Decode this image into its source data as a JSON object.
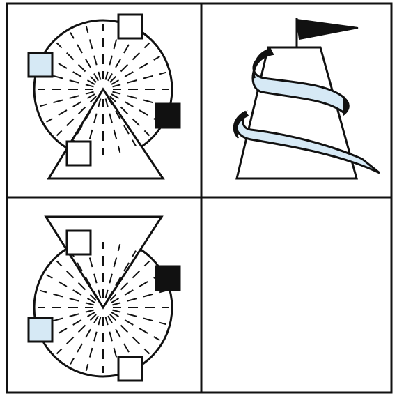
{
  "puzzle": {
    "colors": {
      "line": "#111111",
      "light_blue": "#d6e9f5",
      "dark": "#111111",
      "background": "#ffffff"
    },
    "cells": [
      {
        "id": "top-left",
        "figure": "ferris-wheel-upright",
        "icons": [
          "ferris-wheel-icon",
          "triangle-stand-icon"
        ],
        "markers": [
          {
            "fill": "white"
          },
          {
            "fill": "light_blue"
          },
          {
            "fill": "dark"
          },
          {
            "fill": "white"
          }
        ]
      },
      {
        "id": "top-right",
        "figure": "tower-with-ribbon",
        "icons": [
          "tower-icon",
          "flag-icon",
          "ribbon-icon"
        ]
      },
      {
        "id": "bottom-left",
        "figure": "ferris-wheel-inverted",
        "icons": [
          "ferris-wheel-icon",
          "triangle-stand-icon"
        ],
        "markers": [
          {
            "fill": "white"
          },
          {
            "fill": "dark"
          },
          {
            "fill": "light_blue"
          },
          {
            "fill": "white"
          }
        ]
      },
      {
        "id": "bottom-right",
        "figure": "empty-answer-cell",
        "icons": []
      }
    ]
  }
}
